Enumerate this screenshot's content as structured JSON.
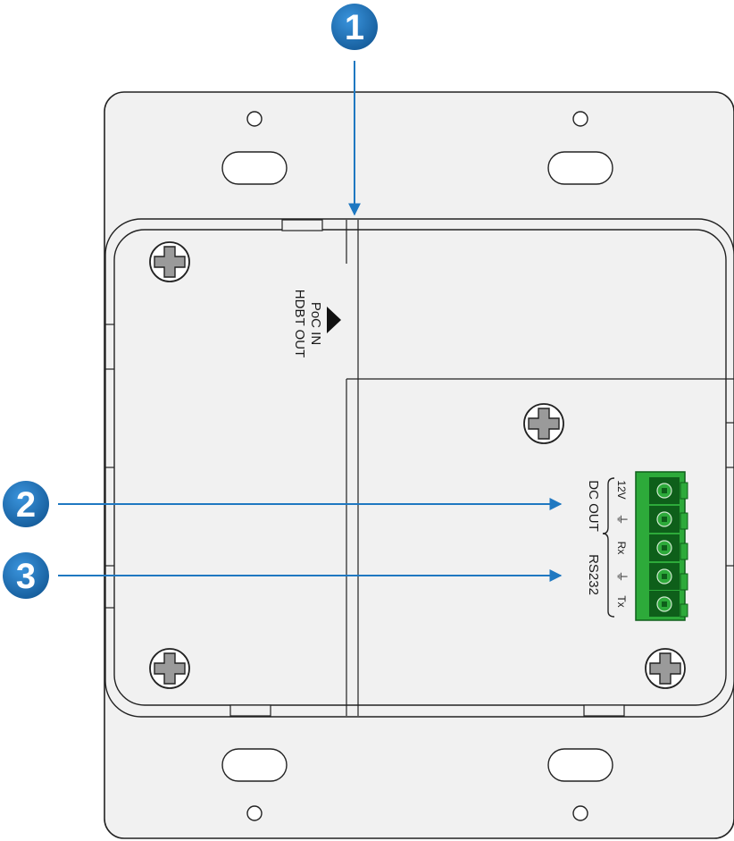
{
  "callouts": [
    {
      "number": "1"
    },
    {
      "number": "2"
    },
    {
      "number": "3"
    }
  ],
  "labels": {
    "poc_in": "PoC IN",
    "hdbt_out": "HDBT OUT",
    "dc_out": "DC OUT",
    "rs232": "RS232",
    "pin_12v": "12V",
    "pin_gnd": "⏚",
    "pin_rx": "Rx",
    "pin_tx": "Tx"
  },
  "colors": {
    "callout_blue": "#1e73b9",
    "arrow_blue": "#1f78c1",
    "plate_fill": "#f1f1f1",
    "connector_green": "#2daa3a",
    "connector_dark": "#0e5f1a"
  }
}
